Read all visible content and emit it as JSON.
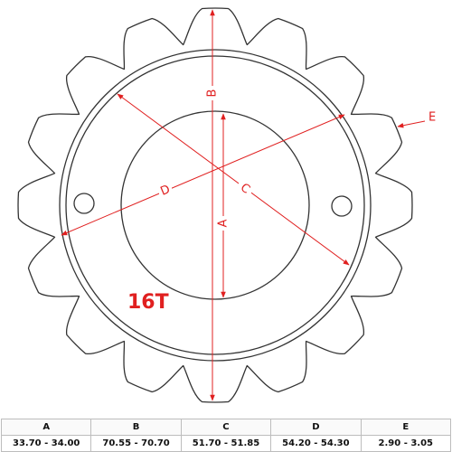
{
  "sprocket": {
    "teeth_label": "16T",
    "teeth_count": 16,
    "outline_color": "#333333",
    "accent_color": "#e02020"
  },
  "dimension_labels": {
    "A": "A",
    "B": "B",
    "C": "C",
    "D": "D",
    "E": "E"
  },
  "spec_table": {
    "headers": [
      "A",
      "B",
      "C",
      "D",
      "E"
    ],
    "values": [
      "33.70 - 34.00",
      "70.55 - 70.70",
      "51.70 - 51.85",
      "54.20 - 54.30",
      "2.90 - 3.05"
    ]
  }
}
